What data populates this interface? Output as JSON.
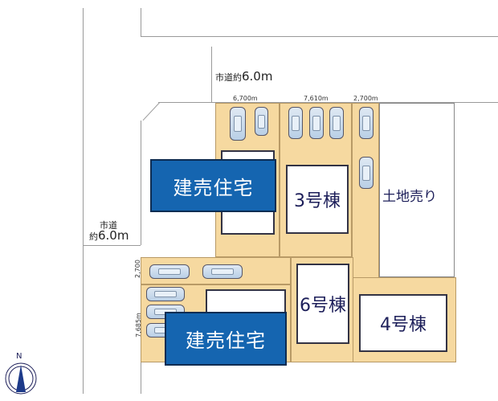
{
  "roads": {
    "north": {
      "label": "市道約",
      "width": "6.0m"
    },
    "west": {
      "label": "市道",
      "width_prefix": "約",
      "width": "6.0m"
    }
  },
  "dimensions": {
    "lot_a": "6,700m",
    "lot_b": "7,610m",
    "lot_c": "2,700m",
    "driveway": "2,700",
    "west_lot": "7,685m"
  },
  "buildings": {
    "b3": "3号棟",
    "b6": "6号棟",
    "b4": "4号棟",
    "land": "土地売り"
  },
  "badges": {
    "sale_1": "建売住宅",
    "sale_2": "建売住宅"
  },
  "compass": {
    "north": "N"
  },
  "colors": {
    "lot": "#f6d9a0",
    "badge": "#1565b0",
    "text": "#1d1f5a"
  }
}
